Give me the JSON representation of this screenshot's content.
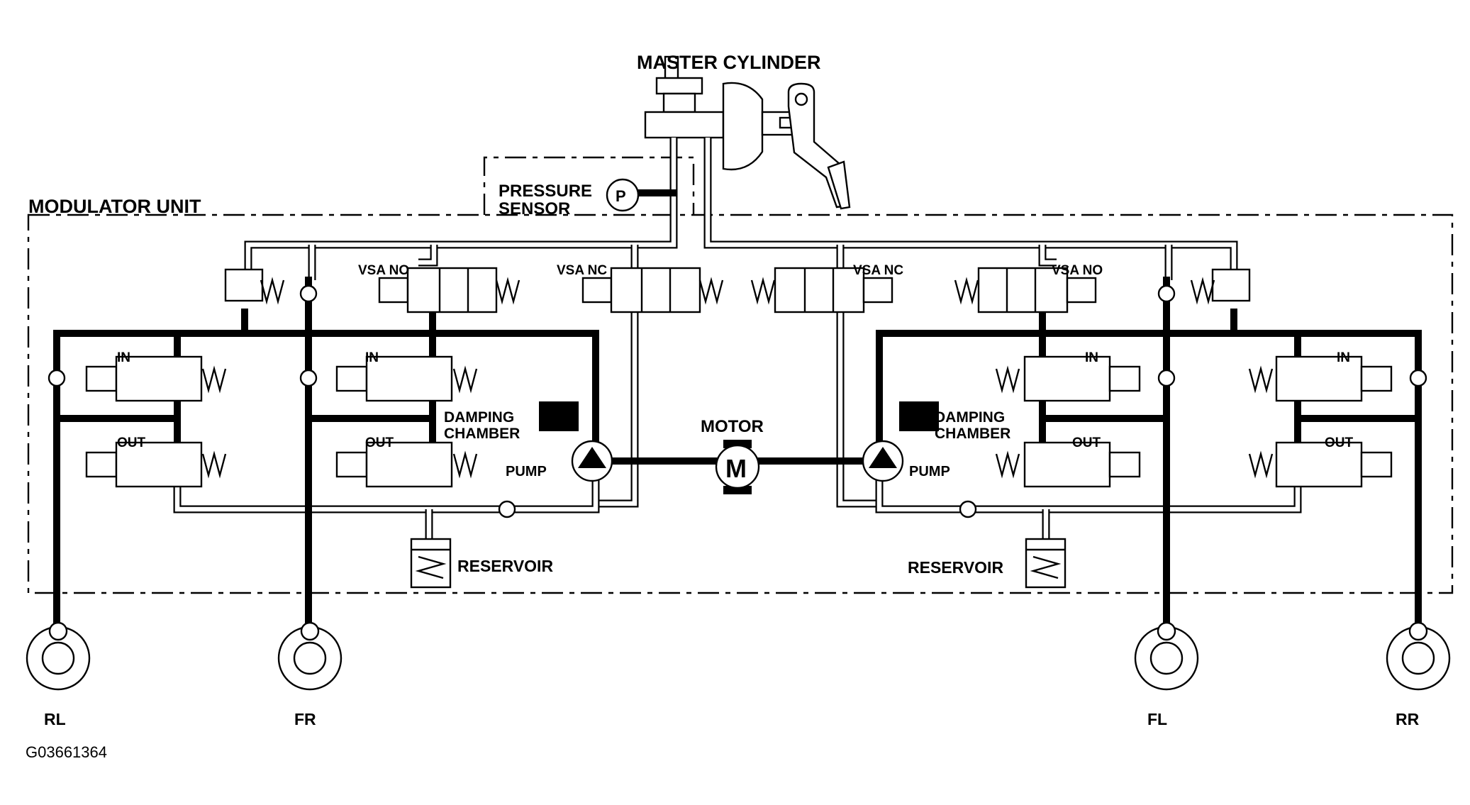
{
  "labels": {
    "master_cylinder": "MASTER CYLINDER",
    "pressure_sensor_line1": "PRESSURE",
    "pressure_sensor_line2": "SENSOR",
    "pressure_symbol": "P",
    "modulator_unit": "MODULATOR UNIT",
    "vsa_no_left": "VSA NO",
    "vsa_nc_left": "VSA NC",
    "vsa_nc_right": "VSA NC",
    "vsa_no_right": "VSA NO",
    "in_rl": "IN",
    "in_fr": "IN",
    "in_fl": "IN",
    "in_rr": "IN",
    "out_rl": "OUT",
    "out_fr": "OUT",
    "out_fl": "OUT",
    "out_rr": "OUT",
    "damping_left_1": "DAMPING",
    "damping_left_2": "CHAMBER",
    "damping_right_1": "DAMPING",
    "damping_right_2": "CHAMBER",
    "motor": "MOTOR",
    "motor_symbol": "M",
    "pump_left": "PUMP",
    "pump_right": "PUMP",
    "reservoir_left": "RESERVOIR",
    "reservoir_right": "RESERVOIR",
    "wheel_rl": "RL",
    "wheel_fr": "FR",
    "wheel_fl": "FL",
    "wheel_rr": "RR",
    "figure_id": "G03661364"
  }
}
